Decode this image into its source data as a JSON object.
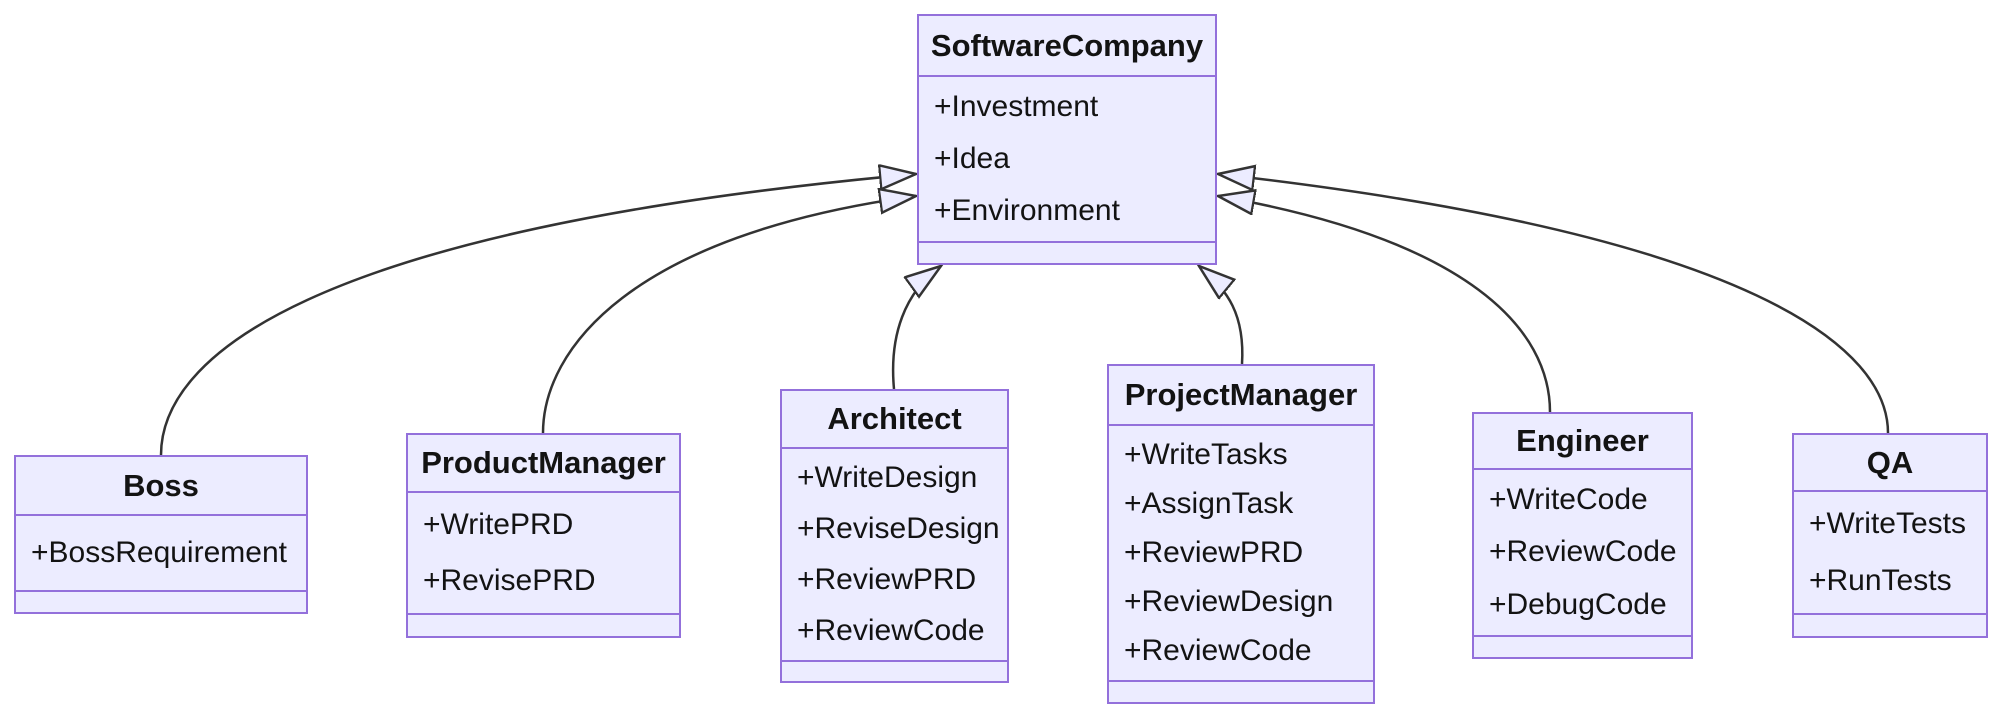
{
  "diagram": {
    "type": "uml-class-diagram",
    "colors": {
      "node_fill": "#ECECFF",
      "node_border": "#9370DB",
      "edge": "#333333",
      "text": "#131313",
      "background": "#ffffff"
    },
    "classes": [
      {
        "id": "software-company",
        "name": "SoftwareCompany",
        "attributes": [
          "+Investment",
          "+Idea",
          "+Environment"
        ],
        "methods": []
      },
      {
        "id": "boss",
        "name": "Boss",
        "attributes": [
          "+BossRequirement"
        ],
        "methods": []
      },
      {
        "id": "product-manager",
        "name": "ProductManager",
        "attributes": [
          "+WritePRD",
          "+RevisePRD"
        ],
        "methods": []
      },
      {
        "id": "architect",
        "name": "Architect",
        "attributes": [
          "+WriteDesign",
          "+ReviseDesign",
          "+ReviewPRD",
          "+ReviewCode"
        ],
        "methods": []
      },
      {
        "id": "project-manager",
        "name": "ProjectManager",
        "attributes": [
          "+WriteTasks",
          "+AssignTask",
          "+ReviewPRD",
          "+ReviewDesign",
          "+ReviewCode"
        ],
        "methods": []
      },
      {
        "id": "engineer",
        "name": "Engineer",
        "attributes": [
          "+WriteCode",
          "+ReviewCode",
          "+DebugCode"
        ],
        "methods": []
      },
      {
        "id": "qa",
        "name": "QA",
        "attributes": [
          "+WriteTests",
          "+RunTests"
        ],
        "methods": []
      }
    ],
    "relations": [
      {
        "from": "Boss",
        "to": "SoftwareCompany",
        "type": "inheritance"
      },
      {
        "from": "ProductManager",
        "to": "SoftwareCompany",
        "type": "inheritance"
      },
      {
        "from": "Architect",
        "to": "SoftwareCompany",
        "type": "inheritance"
      },
      {
        "from": "ProjectManager",
        "to": "SoftwareCompany",
        "type": "inheritance"
      },
      {
        "from": "Engineer",
        "to": "SoftwareCompany",
        "type": "inheritance"
      },
      {
        "from": "QA",
        "to": "SoftwareCompany",
        "type": "inheritance"
      }
    ]
  }
}
